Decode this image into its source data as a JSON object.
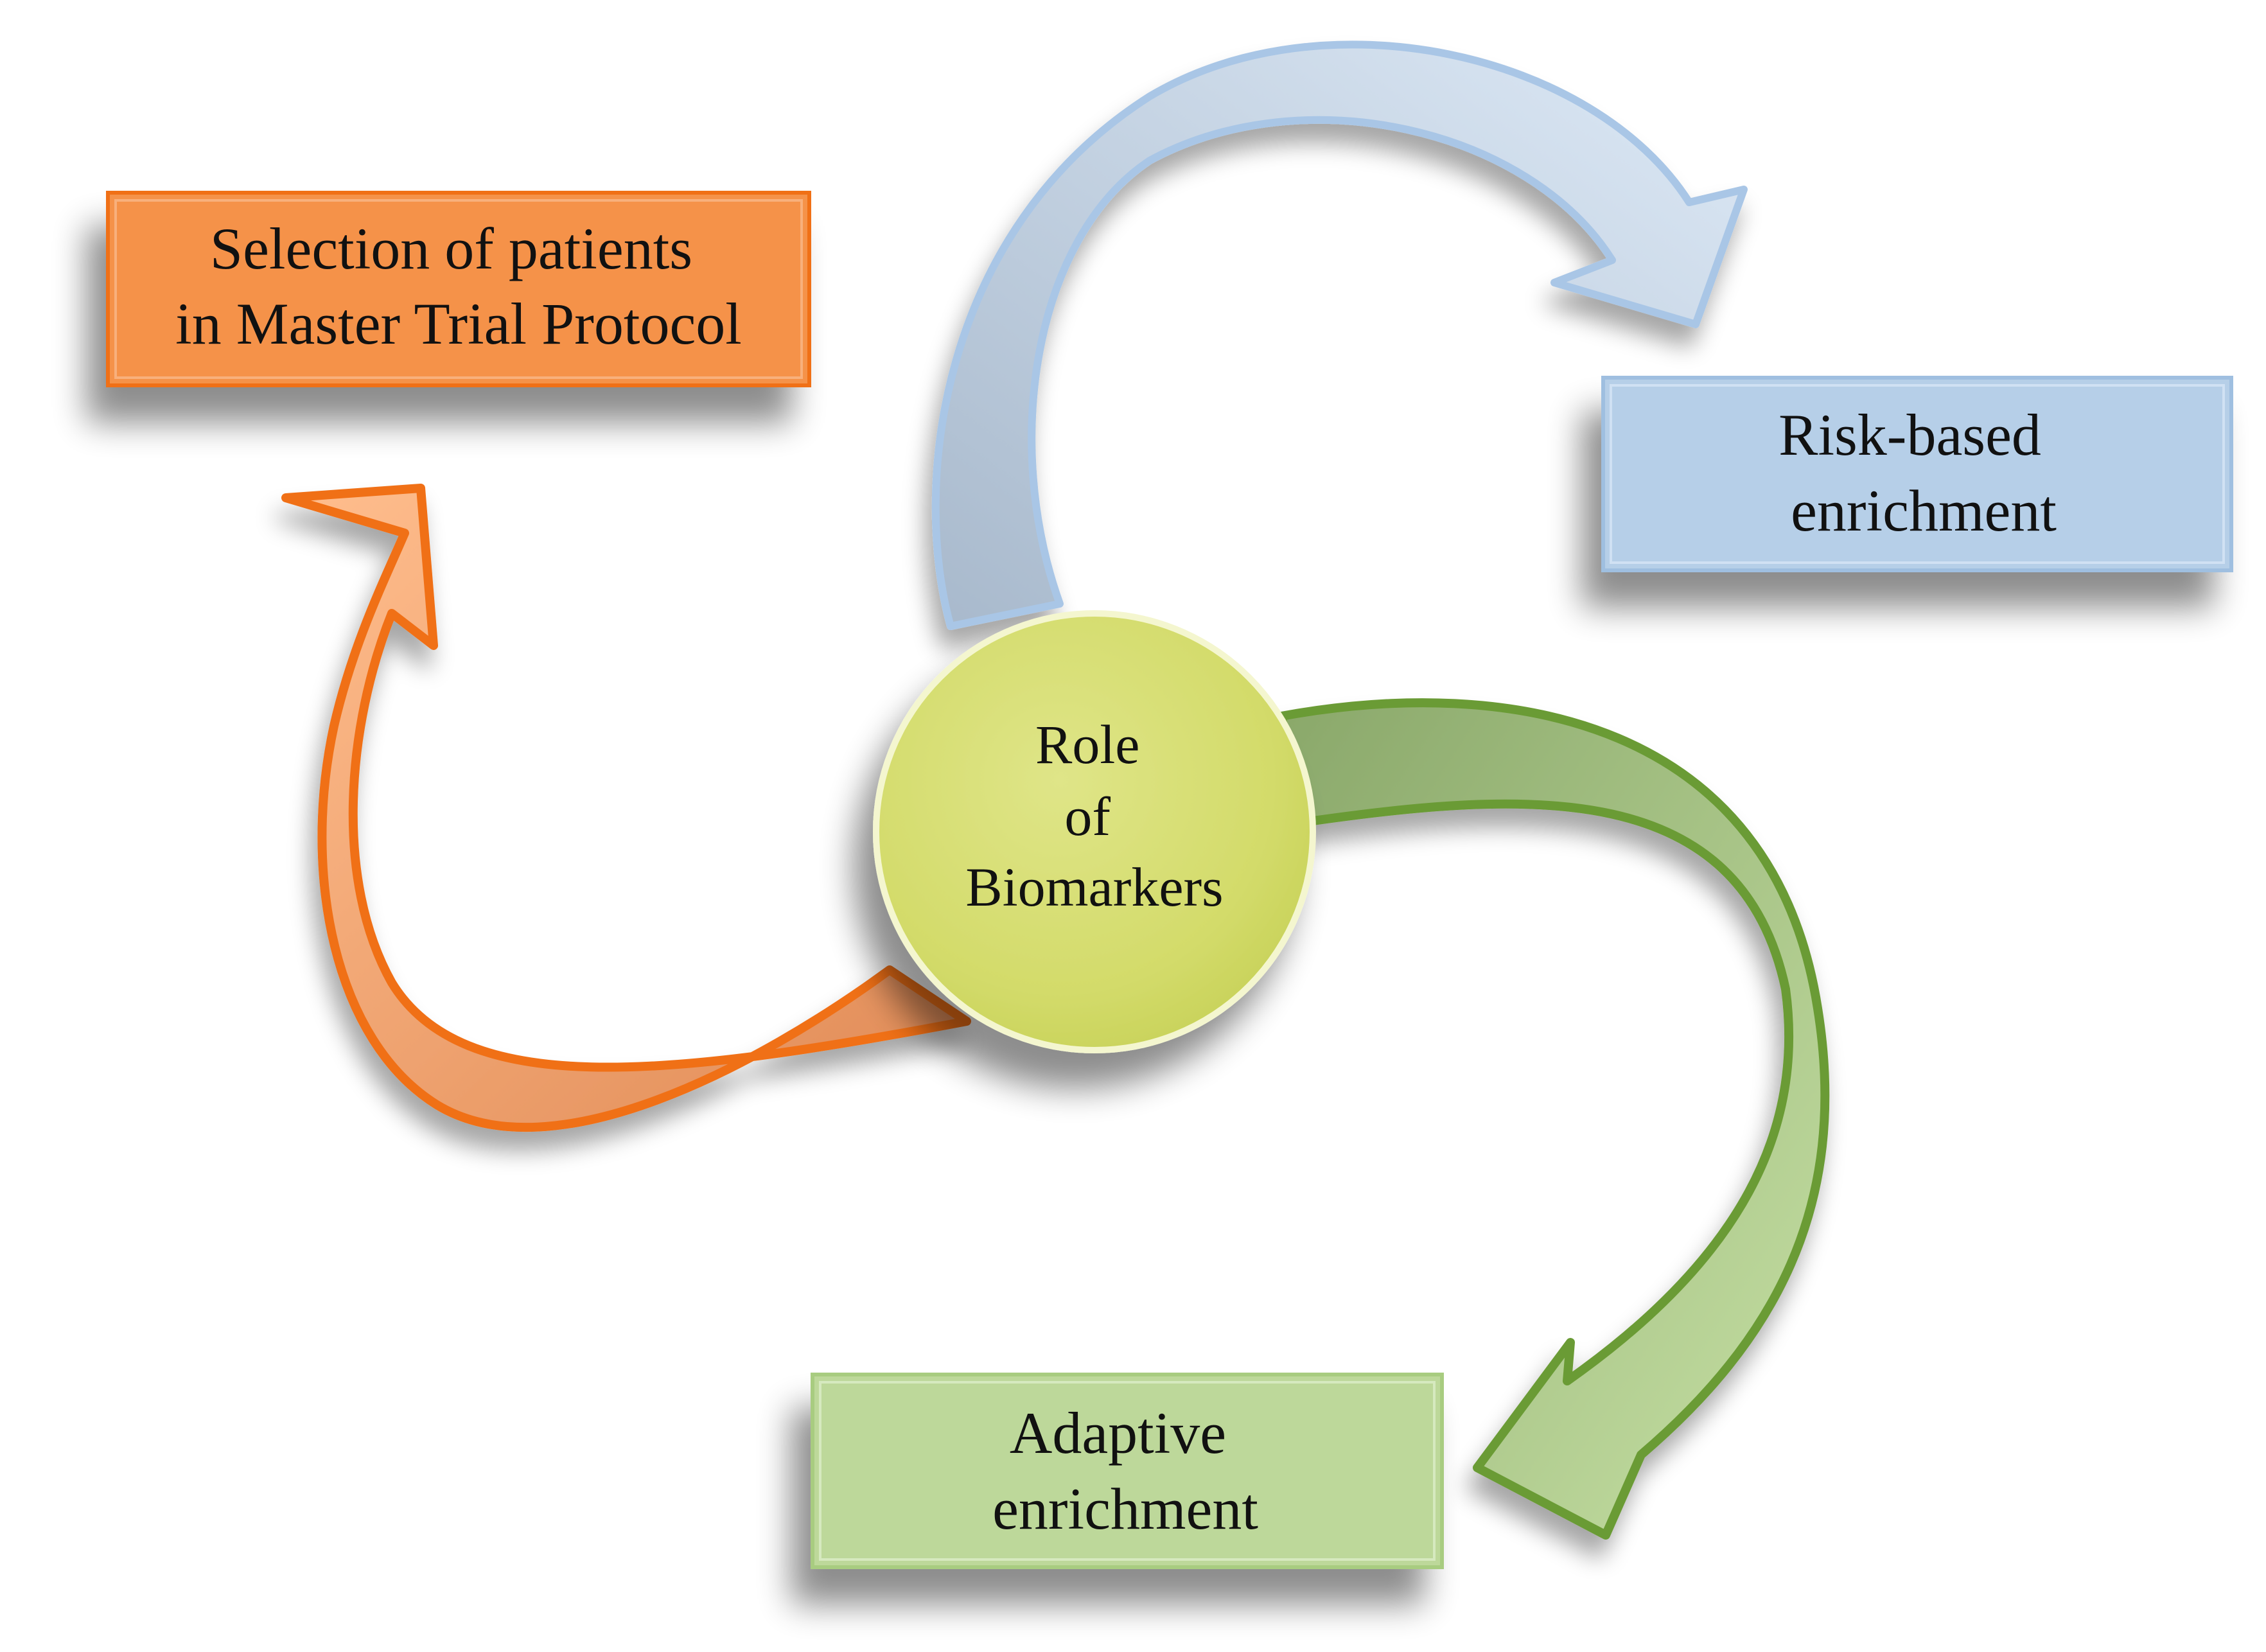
{
  "center": {
    "lines": [
      "Role",
      "of",
      "Biomarkers"
    ],
    "fill": "#d4dc6e"
  },
  "boxes": {
    "selection": {
      "lines": [
        "Selection of patients",
        "in Master Trial  Protocol"
      ],
      "fill": "#f5924a",
      "stroke": "#f06f17"
    },
    "risk": {
      "lines": [
        "Risk-based",
        "enrichment"
      ],
      "fill": "#b6cfe8",
      "stroke": "#9fbfe0"
    },
    "adaptive": {
      "lines": [
        "Adaptive",
        "enrichment"
      ],
      "fill": "#bdd89a",
      "stroke": "#a8cc80"
    }
  },
  "arrows": {
    "orange": {
      "fill": "#f7a46a",
      "stroke": "#f06f17"
    },
    "blue": {
      "fill": "#c7dbef",
      "stroke": "#a9c6e6"
    },
    "green": {
      "fill": "#a9c77f",
      "stroke": "#6b9b35"
    }
  }
}
